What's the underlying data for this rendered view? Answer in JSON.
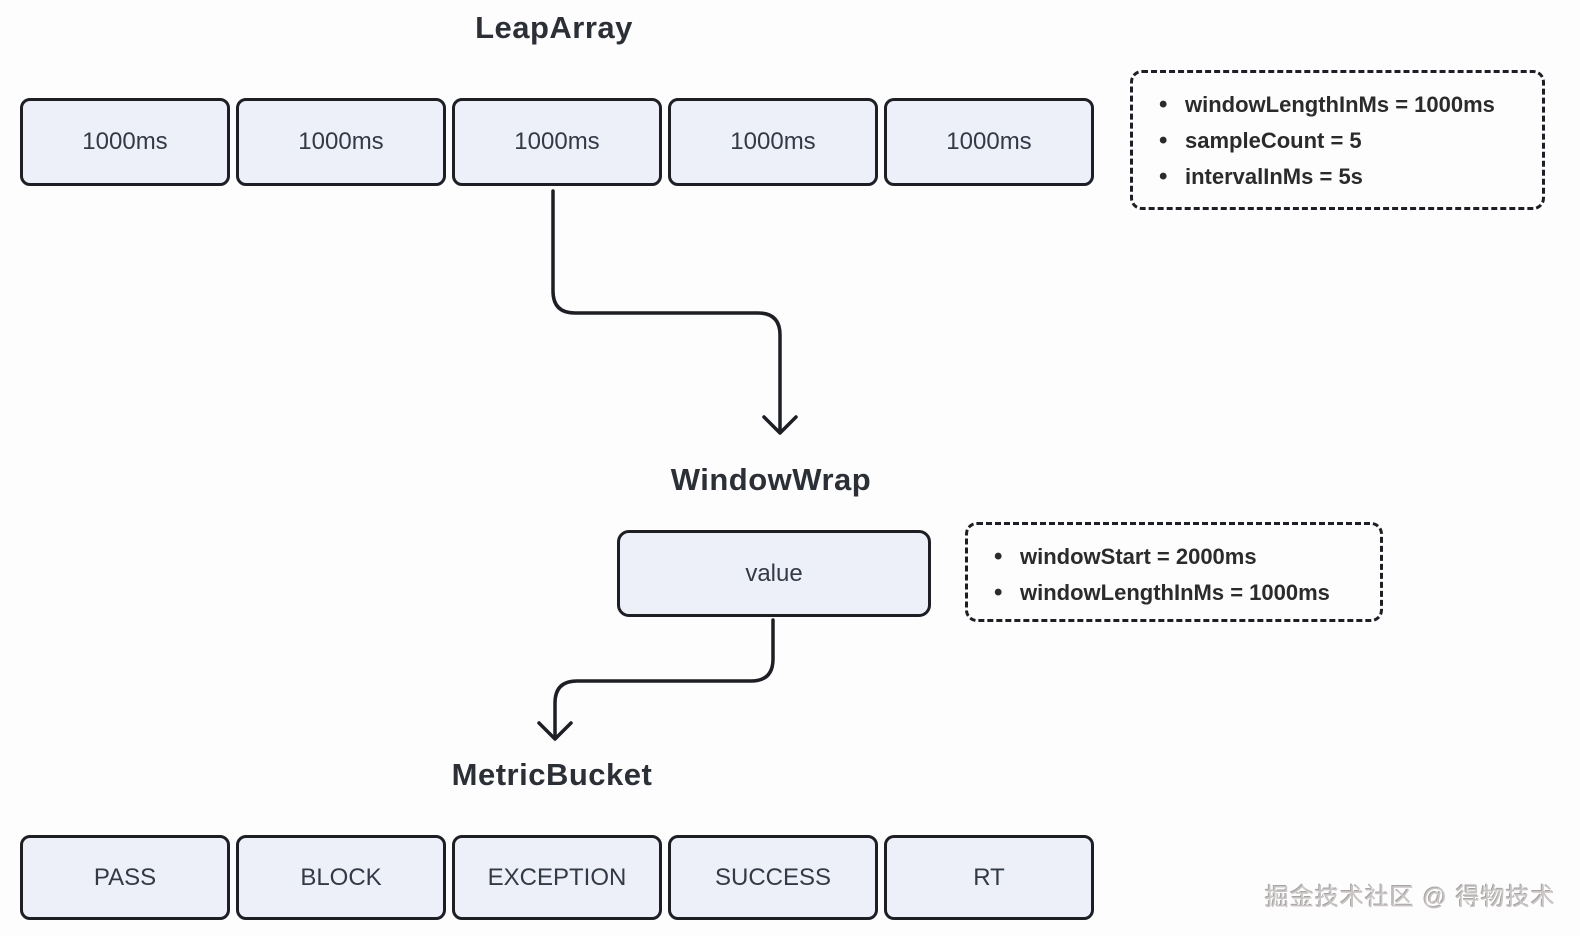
{
  "diagram": {
    "leap_array": {
      "title": "LeapArray",
      "cells": [
        "1000ms",
        "1000ms",
        "1000ms",
        "1000ms",
        "1000ms"
      ]
    },
    "leap_array_note": {
      "items": [
        "windowLengthInMs = 1000ms",
        "sampleCount = 5",
        "intervalInMs = 5s"
      ]
    },
    "window_wrap": {
      "title": "WindowWrap",
      "value_label": "value"
    },
    "window_wrap_note": {
      "items": [
        "windowStart = 2000ms",
        "windowLengthInMs = 1000ms"
      ]
    },
    "metric_bucket": {
      "title": "MetricBucket",
      "cells": [
        "PASS",
        "BLOCK",
        "EXCEPTION",
        "SUCCESS",
        "RT"
      ]
    },
    "watermark": "掘金技术社区 @ 得物技术",
    "colors": {
      "cell_fill": "#edf0f9",
      "cell_border": "#1d1f24",
      "text": "#333a45",
      "background": "#fdfdfd"
    }
  }
}
